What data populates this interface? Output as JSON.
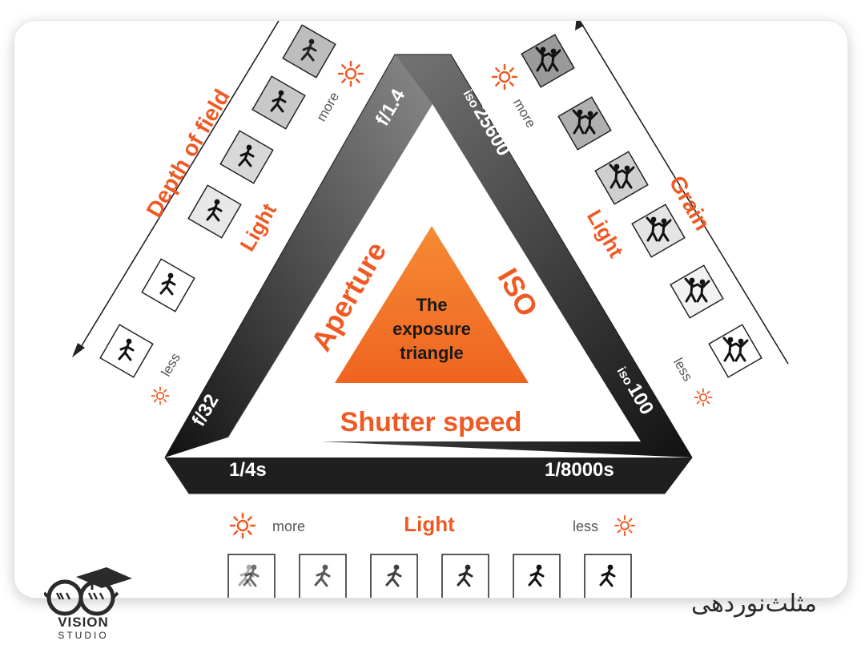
{
  "center": {
    "line1": "The",
    "line2": "exposure",
    "line3": "triangle"
  },
  "sides": {
    "aperture": "Aperture",
    "iso": "ISO",
    "shutter": "Shutter speed"
  },
  "aperture_scale": {
    "wide": "f/1.4",
    "narrow": "f/32"
  },
  "iso_scale": {
    "high_prefix": "iso",
    "high_value": "25600",
    "low_prefix": "iso",
    "low_value": "100"
  },
  "shutter_scale": {
    "slow": "1/4s",
    "fast": "1/8000s"
  },
  "depth_of_field": {
    "title": "Depth of field",
    "light": "Light",
    "more": "more",
    "less": "less"
  },
  "grain": {
    "title": "Grain",
    "light": "Light",
    "more": "more",
    "less": "less"
  },
  "shutter_light": {
    "more": "more",
    "light": "Light",
    "less": "less"
  },
  "brand": {
    "word": "VISION",
    "sub": "STUDIO"
  },
  "caption": "مثلث‌نوردهی",
  "colors": {
    "accent": "#ef5a24",
    "triangle_dark": "#1f1f1f",
    "center_fill": "#f47a2a"
  }
}
